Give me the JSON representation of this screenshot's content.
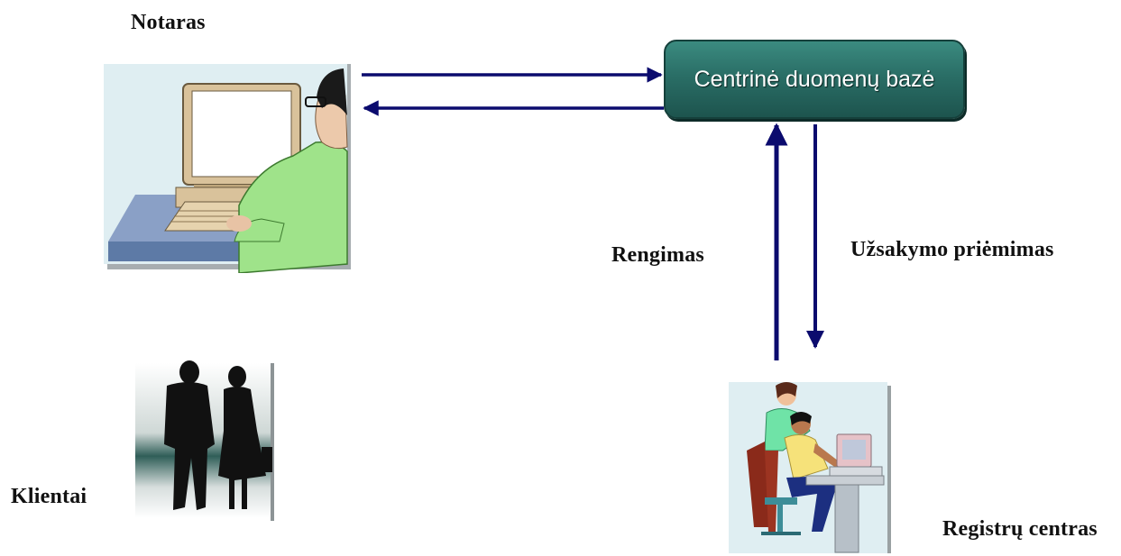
{
  "nodes": {
    "notaras": "Notaras",
    "database": "Centrinė duomenų bazė",
    "klientai": "Klientai",
    "registru_centras": "Registrų centras"
  },
  "edges": {
    "rengimas": "Rengimas",
    "uzsakymo_priemimas": "Užsakymo priėmimas"
  },
  "colors": {
    "arrow": "#0b0b6e",
    "database_fill": "#2a6e66",
    "database_text": "#ffffff"
  },
  "icons": {
    "notary": "person-at-computer-clipart",
    "clients": "walking-couple-silhouette-clipart",
    "registry": "two-people-at-workstation-clipart"
  }
}
